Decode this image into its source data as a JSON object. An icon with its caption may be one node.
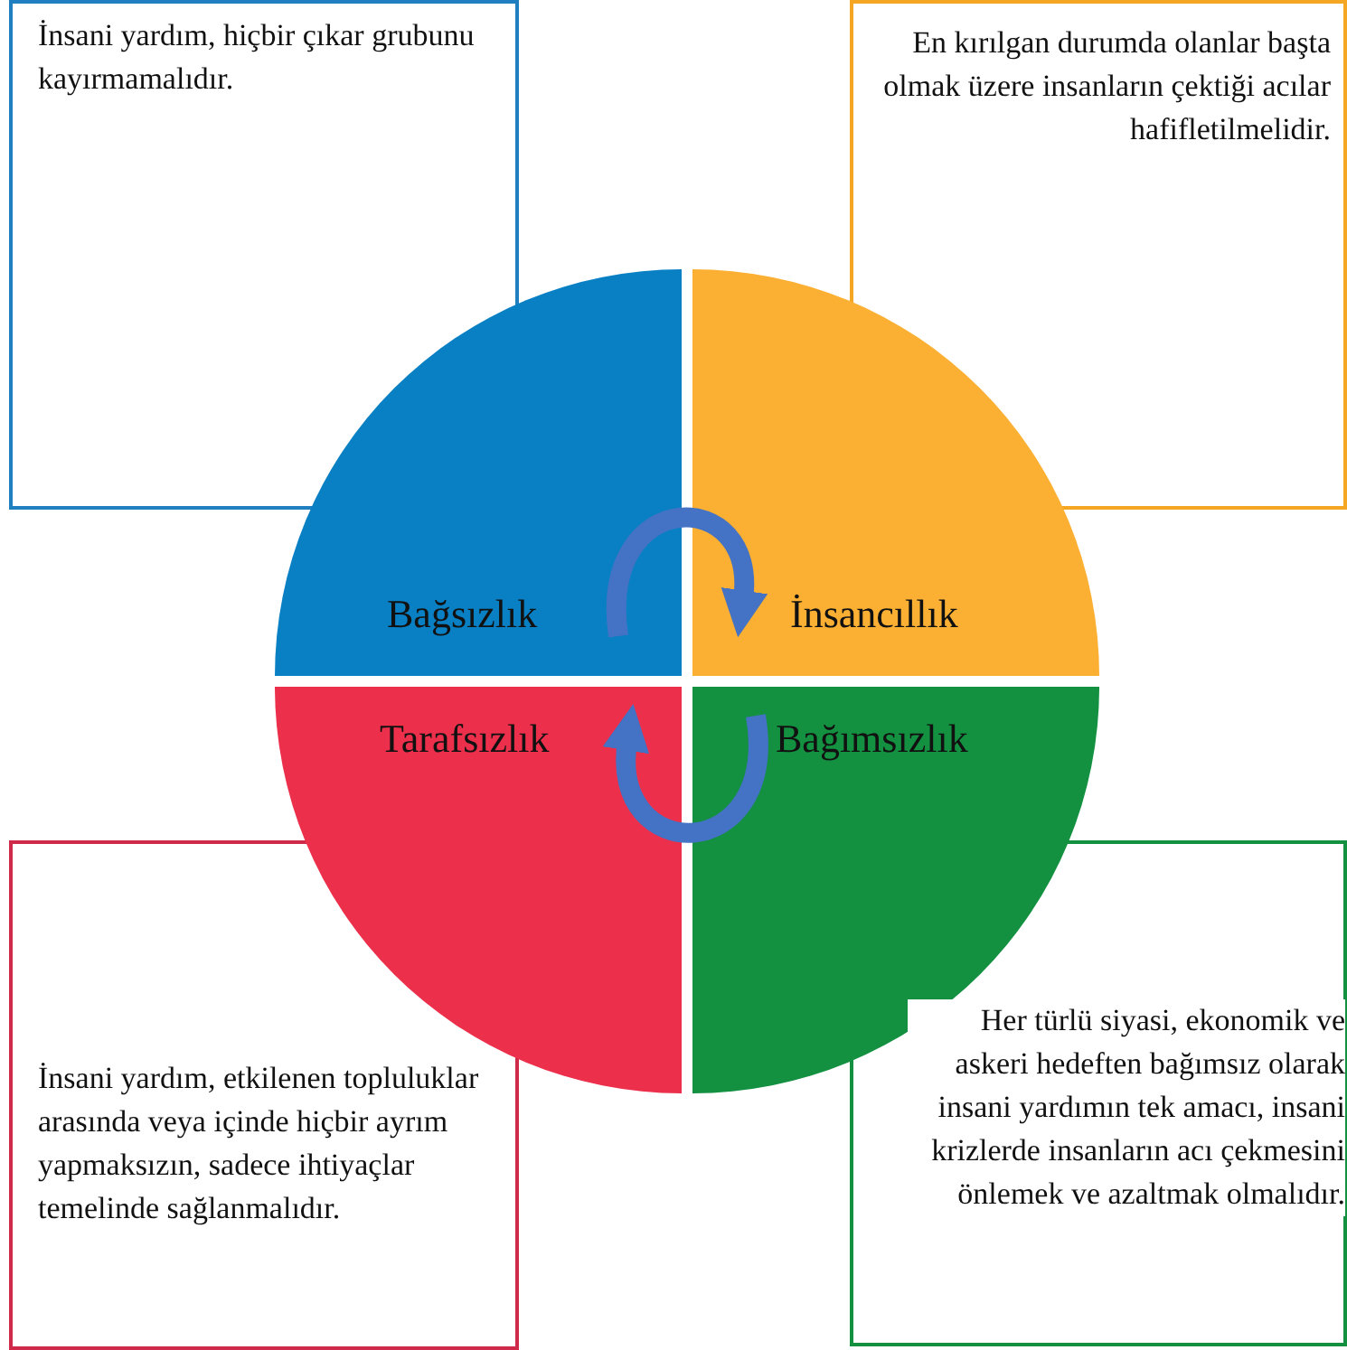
{
  "diagram": {
    "nodes": [
      {
        "text": [
          "İnsani yardım, hiçbir çıkar grubunu kayırmamalıdır."
        ]
      },
      {
        "text": [
          "En kırılgan durumda olanlar başta olmak üzere insanların çektiği acılar hafifletilmelidir."
        ]
      },
      {
        "text": [
          "Bağsızlık"
        ]
      },
      {
        "text": [
          "İnsancıllık"
        ]
      },
      {
        "text": [
          "Tarafsızlık"
        ]
      },
      {
        "text": [
          "Bağımsızlık"
        ]
      },
      {
        "text": [
          "İnsani yardım, etkilenen topluluklar arasında veya içinde hiçbir ayrım yapmaksızın, sadece ihtiyaçlar temelinde sağlanmalıdır."
        ]
      },
      {
        "text": [
          "Her türlü siyasi, ekonomik ve askeri hedeften bağımsız olarak insani yardımın tek amacı, insani krizlerde insanların acı çekmesini önlemek ve azaltmak olmalıdır."
        ]
      }
    ],
    "edges": [
      {
        "from": 2,
        "to": 3,
        "arrow": "to"
      },
      {
        "from": 5,
        "to": 4,
        "arrow": "to"
      }
    ]
  }
}
